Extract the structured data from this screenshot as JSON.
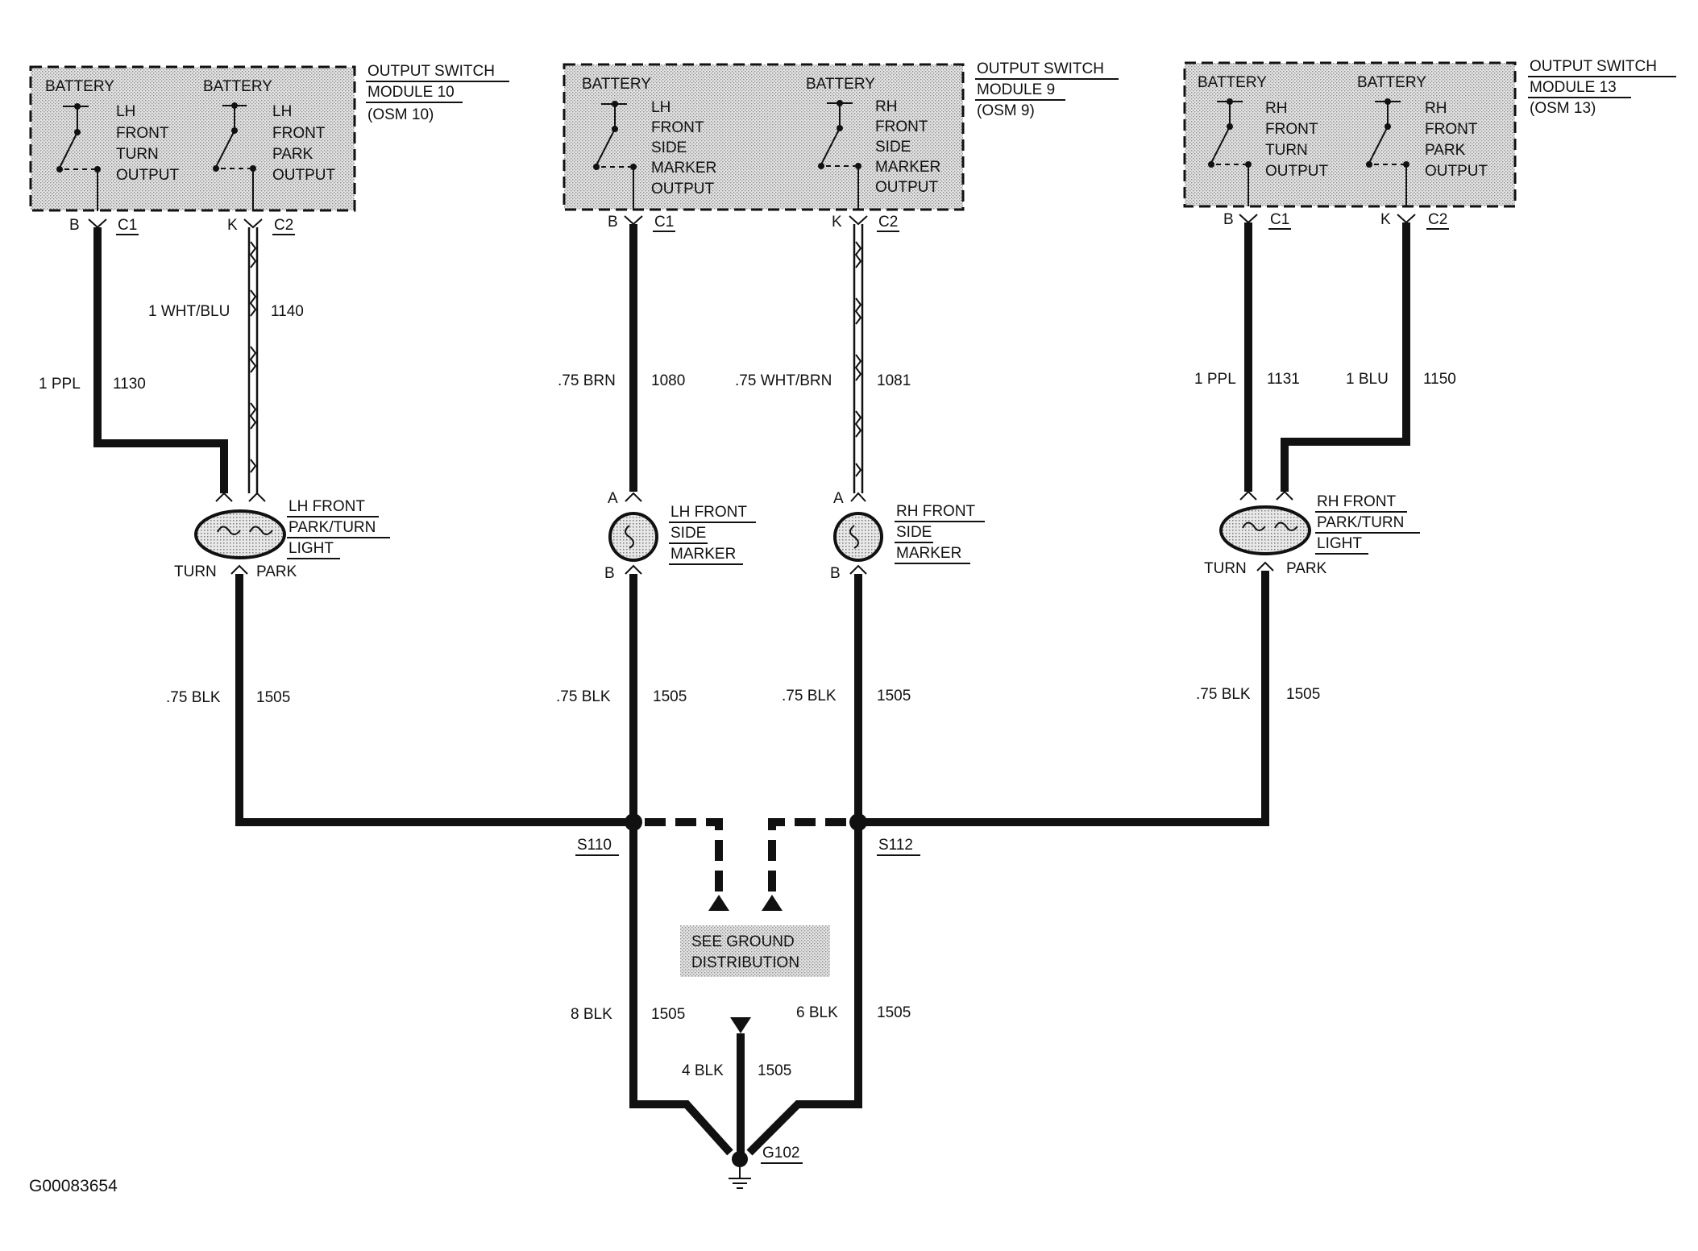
{
  "modules": {
    "osm10": {
      "title_1": "OUTPUT SWITCH",
      "title_2": "MODULE 10",
      "title_3": "(OSM 10)",
      "sw1": {
        "battery": "BATTERY",
        "lines": [
          "LH",
          "FRONT",
          "TURN",
          "OUTPUT"
        ]
      },
      "sw2": {
        "battery": "BATTERY",
        "lines": [
          "LH",
          "FRONT",
          "PARK",
          "OUTPUT"
        ]
      },
      "pin1": "B",
      "conn1": "C1",
      "pin2": "K",
      "conn2": "C2"
    },
    "osm9": {
      "title_1": "OUTPUT SWITCH",
      "title_2": "MODULE 9",
      "title_3": "(OSM 9)",
      "sw1": {
        "battery": "BATTERY",
        "lines": [
          "LH",
          "FRONT",
          "SIDE",
          "MARKER",
          "OUTPUT"
        ]
      },
      "sw2": {
        "battery": "BATTERY",
        "lines": [
          "RH",
          "FRONT",
          "SIDE",
          "MARKER",
          "OUTPUT"
        ]
      },
      "pin1": "B",
      "conn1": "C1",
      "pin2": "K",
      "conn2": "C2"
    },
    "osm13": {
      "title_1": "OUTPUT SWITCH",
      "title_2": "MODULE 13",
      "title_3": "(OSM 13)",
      "sw1": {
        "battery": "BATTERY",
        "lines": [
          "RH",
          "FRONT",
          "TURN",
          "OUTPUT"
        ]
      },
      "sw2": {
        "battery": "BATTERY",
        "lines": [
          "RH",
          "FRONT",
          "PARK",
          "OUTPUT"
        ]
      },
      "pin1": "B",
      "conn1": "C1",
      "pin2": "K",
      "conn2": "C2"
    }
  },
  "wires": {
    "w1130": {
      "gauge": "1 PPL",
      "circuit": "1130"
    },
    "w1140": {
      "gauge": "1 WHT/BLU",
      "circuit": "1140"
    },
    "w1080": {
      "gauge": ".75 BRN",
      "circuit": "1080"
    },
    "w1081": {
      "gauge": ".75 WHT/BRN",
      "circuit": "1081"
    },
    "w1131": {
      "gauge": "1 PPL",
      "circuit": "1131"
    },
    "w1150": {
      "gauge": "1 BLU",
      "circuit": "1150"
    },
    "g_lh_park": {
      "gauge": ".75 BLK",
      "circuit": "1505"
    },
    "g_lh_side": {
      "gauge": ".75 BLK",
      "circuit": "1505"
    },
    "g_rh_side": {
      "gauge": ".75 BLK",
      "circuit": "1505"
    },
    "g_rh_park": {
      "gauge": ".75 BLK",
      "circuit": "1505"
    },
    "g_left_trunk": {
      "gauge": "8 BLK",
      "circuit": "1505"
    },
    "g_right_trunk": {
      "gauge": "6 BLK",
      "circuit": "1505"
    },
    "g_center": {
      "gauge": "4 BLK",
      "circuit": "1505"
    }
  },
  "lamps": {
    "lh_park_turn": {
      "name_1": "LH FRONT",
      "name_2": "PARK/TURN",
      "name_3": "LIGHT",
      "term_left": "TURN",
      "term_right": "PARK"
    },
    "lh_side": {
      "name_1": "LH FRONT",
      "name_2": "SIDE",
      "name_3": "MARKER",
      "term_top": "A",
      "term_bottom": "B"
    },
    "rh_side": {
      "name_1": "RH FRONT",
      "name_2": "SIDE",
      "name_3": "MARKER",
      "term_top": "A",
      "term_bottom": "B"
    },
    "rh_park_turn": {
      "name_1": "RH FRONT",
      "name_2": "PARK/TURN",
      "name_3": "LIGHT",
      "term_left": "TURN",
      "term_right": "PARK"
    }
  },
  "splices": {
    "s110": "S110",
    "s112": "S112"
  },
  "ground": {
    "note_1": "SEE GROUND",
    "note_2": "DISTRIBUTION",
    "g102": "G102"
  },
  "figure_id": "G00083654"
}
